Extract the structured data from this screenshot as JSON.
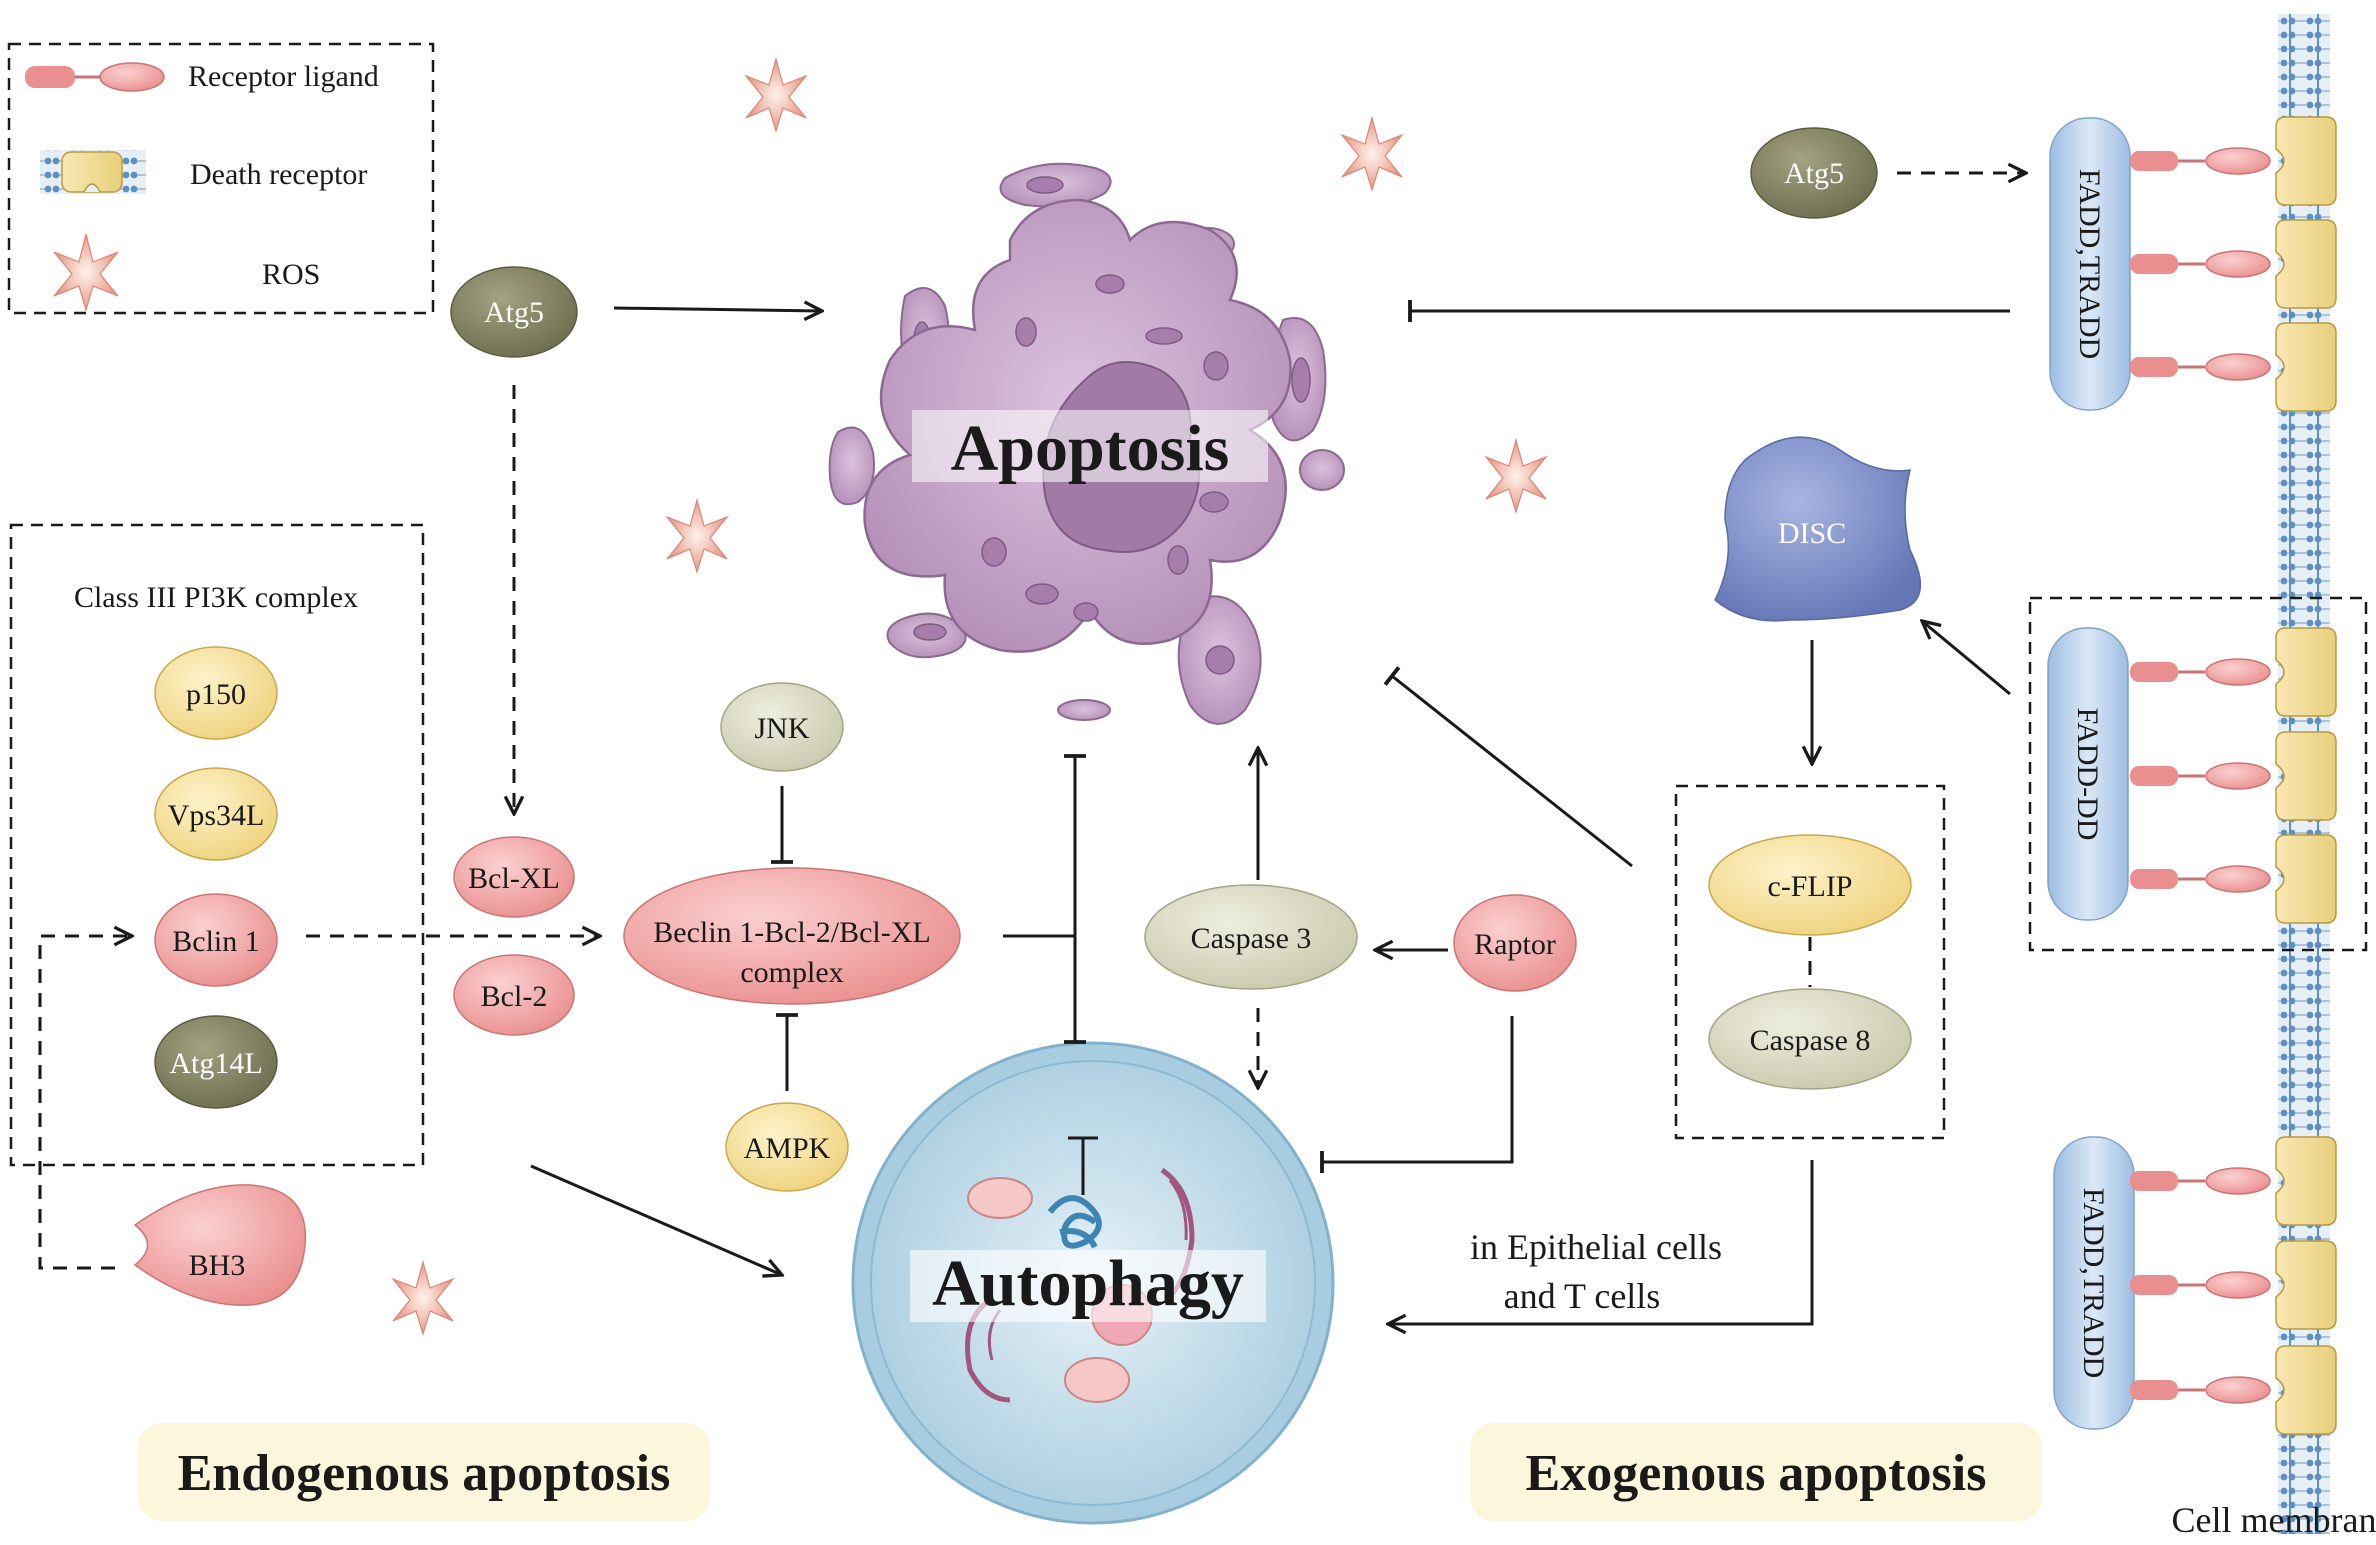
{
  "legend": {
    "receptor_ligand": "Receptor ligand",
    "death_receptor": "Death receptor",
    "ros": "ROS"
  },
  "central": {
    "apoptosis": "Apoptosis",
    "autophagy": "Autophagy"
  },
  "endogenous": {
    "atg5": "Atg5",
    "pi3k_title": "Class III PI3K complex",
    "p150": "p150",
    "vps34l": "Vps34L",
    "bclin1": "Bclin 1",
    "atg14l": "Atg14L",
    "bh3": "BH3",
    "bclxl": "Bcl-XL",
    "bcl2": "Bcl-2",
    "jnk": "JNK",
    "ampk": "AMPK",
    "complex_line1": "Beclin 1-Bcl-2/Bcl-XL",
    "complex_line2": "complex"
  },
  "middle": {
    "caspase3": "Caspase 3",
    "raptor": "Raptor"
  },
  "exogenous": {
    "atg5": "Atg5",
    "disc": "DISC",
    "cflip": "c-FLIP",
    "caspase8": "Caspase 8",
    "note_line1": "in Epithelial cells",
    "note_line2": "and T cells",
    "fadd_tradd_top": "FADD,TRADD",
    "fadd_dd": "FADD-DD",
    "fadd_tradd_bottom": "FADD,TRADD"
  },
  "footer": {
    "endogenous": "Endogenous apoptosis",
    "exogenous": "Exogenous apoptosis",
    "cell_membrane": "Cell membrane"
  },
  "colors": {
    "olive": "#7d7d5c",
    "yellow": "#f7e3a1",
    "pink": "#f3a9a9",
    "grey_green": "#dcdcc6",
    "purple": "#c9a6cc",
    "blue_cell": "#b9d8e6",
    "disc": "#7f8fc8",
    "fadd": "#bcd3ec",
    "footer_bg": "#fbf6dc"
  }
}
